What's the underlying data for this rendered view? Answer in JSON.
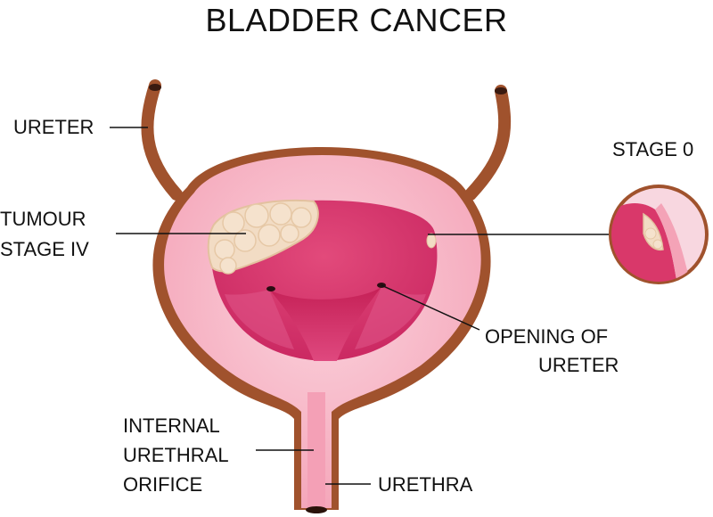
{
  "title": "BLADDER CANCER",
  "labels": {
    "ureter": "URETER",
    "tumour_line1": "TUMOUR",
    "tumour_line2": "STAGE IV",
    "stage0": "STAGE 0",
    "opening_line1": "OPENING OF",
    "opening_line2": "URETER",
    "internal_line1": "INTERNAL",
    "internal_line2": "URETHRAL",
    "internal_line3": "ORIFICE",
    "urethra": "URETHRA"
  },
  "colors": {
    "wall": "#a0522d",
    "outer_pink": "#f6a8bc",
    "inner_light": "#f8c6d2",
    "cavity": "#d9386a",
    "cavity_dark": "#c0245a",
    "trigone": "#b01c50",
    "tumour": "#f3ddc6",
    "tumour_edge": "#e8c8a8"
  }
}
